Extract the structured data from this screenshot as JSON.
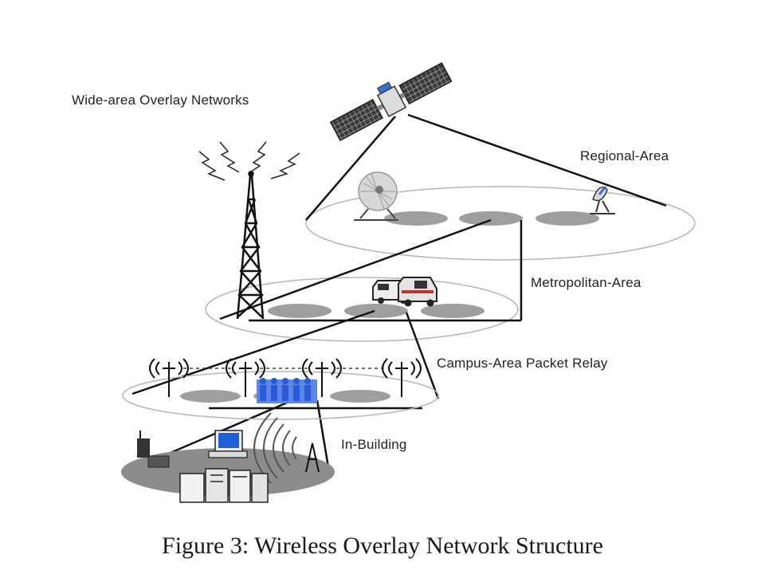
{
  "labels": {
    "wide_area": "Wide-area Overlay Networks",
    "regional": "Regional-Area",
    "metropolitan": "Metropolitan-Area",
    "campus": "Campus-Area Packet Relay",
    "in_building": "In-Building"
  },
  "caption": "Figure 3: Wireless Overlay Network Structure",
  "colors": {
    "ring": "#b5b5b5",
    "cell": "#9e9e9e",
    "line": "#111111",
    "building_floor": "#8c8c8c",
    "screen": "#1e5fd8",
    "people": "#2a5ad6"
  }
}
